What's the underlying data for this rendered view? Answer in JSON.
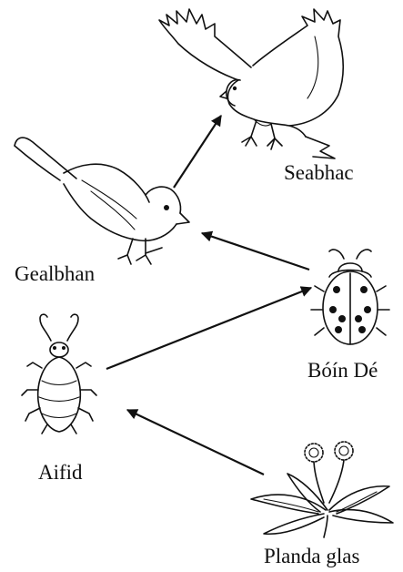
{
  "diagram": {
    "organisms": [
      {
        "id": "hawk",
        "label": "Seabhac",
        "icon": "hawk-icon"
      },
      {
        "id": "sparrow",
        "label": "Gealbhan",
        "icon": "sparrow-icon"
      },
      {
        "id": "ladybird",
        "label": "Bóín Dé",
        "icon": "ladybird-icon"
      },
      {
        "id": "aphid",
        "label": "Aifid",
        "icon": "aphid-icon"
      },
      {
        "id": "plant",
        "label": "Planda glas",
        "icon": "plant-icon"
      }
    ],
    "links": [
      {
        "from": "plant",
        "to": "aphid"
      },
      {
        "from": "aphid",
        "to": "ladybird"
      },
      {
        "from": "ladybird",
        "to": "sparrow"
      },
      {
        "from": "sparrow",
        "to": "hawk"
      }
    ]
  }
}
